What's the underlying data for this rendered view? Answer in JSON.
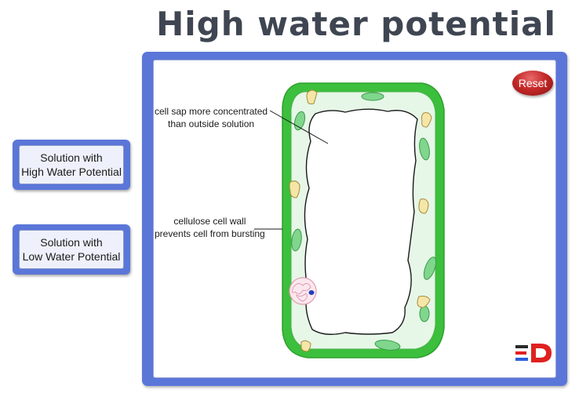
{
  "title": "High water potential",
  "buttons": {
    "high": {
      "line1": "Solution with",
      "line2": "High Water Potential"
    },
    "low": {
      "line1": "Solution with",
      "line2": "Low Water Potential"
    },
    "reset": "Reset"
  },
  "labels": {
    "cell_sap": {
      "line1": "cell sap more concentrated",
      "line2": "than outside solution"
    },
    "cell_wall": {
      "line1": "cellulose cell wall",
      "line2": "prevents cell from bursting"
    }
  },
  "colors": {
    "accent_blue": "#5a76d8",
    "cell_wall_green": "#3cbf3c",
    "cytoplasm": "#e6f7e8",
    "reset_red": "#c62a2a"
  },
  "logo_text": "ED"
}
